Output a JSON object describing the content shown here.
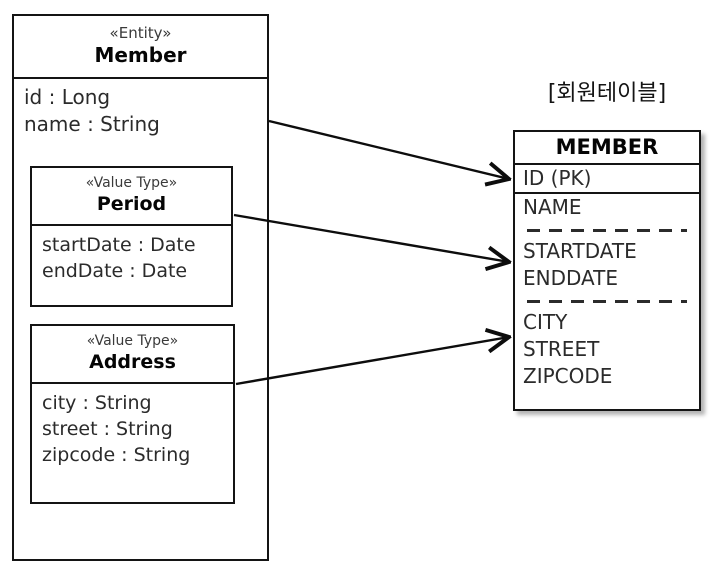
{
  "diagram": {
    "type": "uml-to-rdb-mapping",
    "entity": {
      "stereotype": "«Entity»",
      "name": "Member",
      "attributes": [
        "id : Long",
        "name : String"
      ]
    },
    "value_types": [
      {
        "stereotype": "«Value Type»",
        "name": "Period",
        "attributes": [
          "startDate : Date",
          "endDate : Date"
        ]
      },
      {
        "stereotype": "«Value Type»",
        "name": "Address",
        "attributes": [
          "city : String",
          "street : String",
          "zipcode : String"
        ]
      }
    ],
    "table": {
      "caption": "[회원테이블]",
      "title": "MEMBER",
      "groups": [
        {
          "columns": [
            "ID (PK)"
          ],
          "primary_key": true
        },
        {
          "columns": [
            "NAME"
          ]
        },
        {
          "columns": [
            "STARTDATE",
            "ENDDATE"
          ]
        },
        {
          "columns": [
            "CITY",
            "STREET",
            "ZIPCODE"
          ]
        }
      ]
    },
    "connectors": [
      {
        "from": "Member",
        "to": "ID (PK)"
      },
      {
        "from": "Period",
        "to": "STARTDATE"
      },
      {
        "from": "Address",
        "to": "CITY"
      }
    ],
    "colors": {
      "stroke": "#141414",
      "text": "#2b2b2b",
      "background": "#ffffff"
    }
  }
}
